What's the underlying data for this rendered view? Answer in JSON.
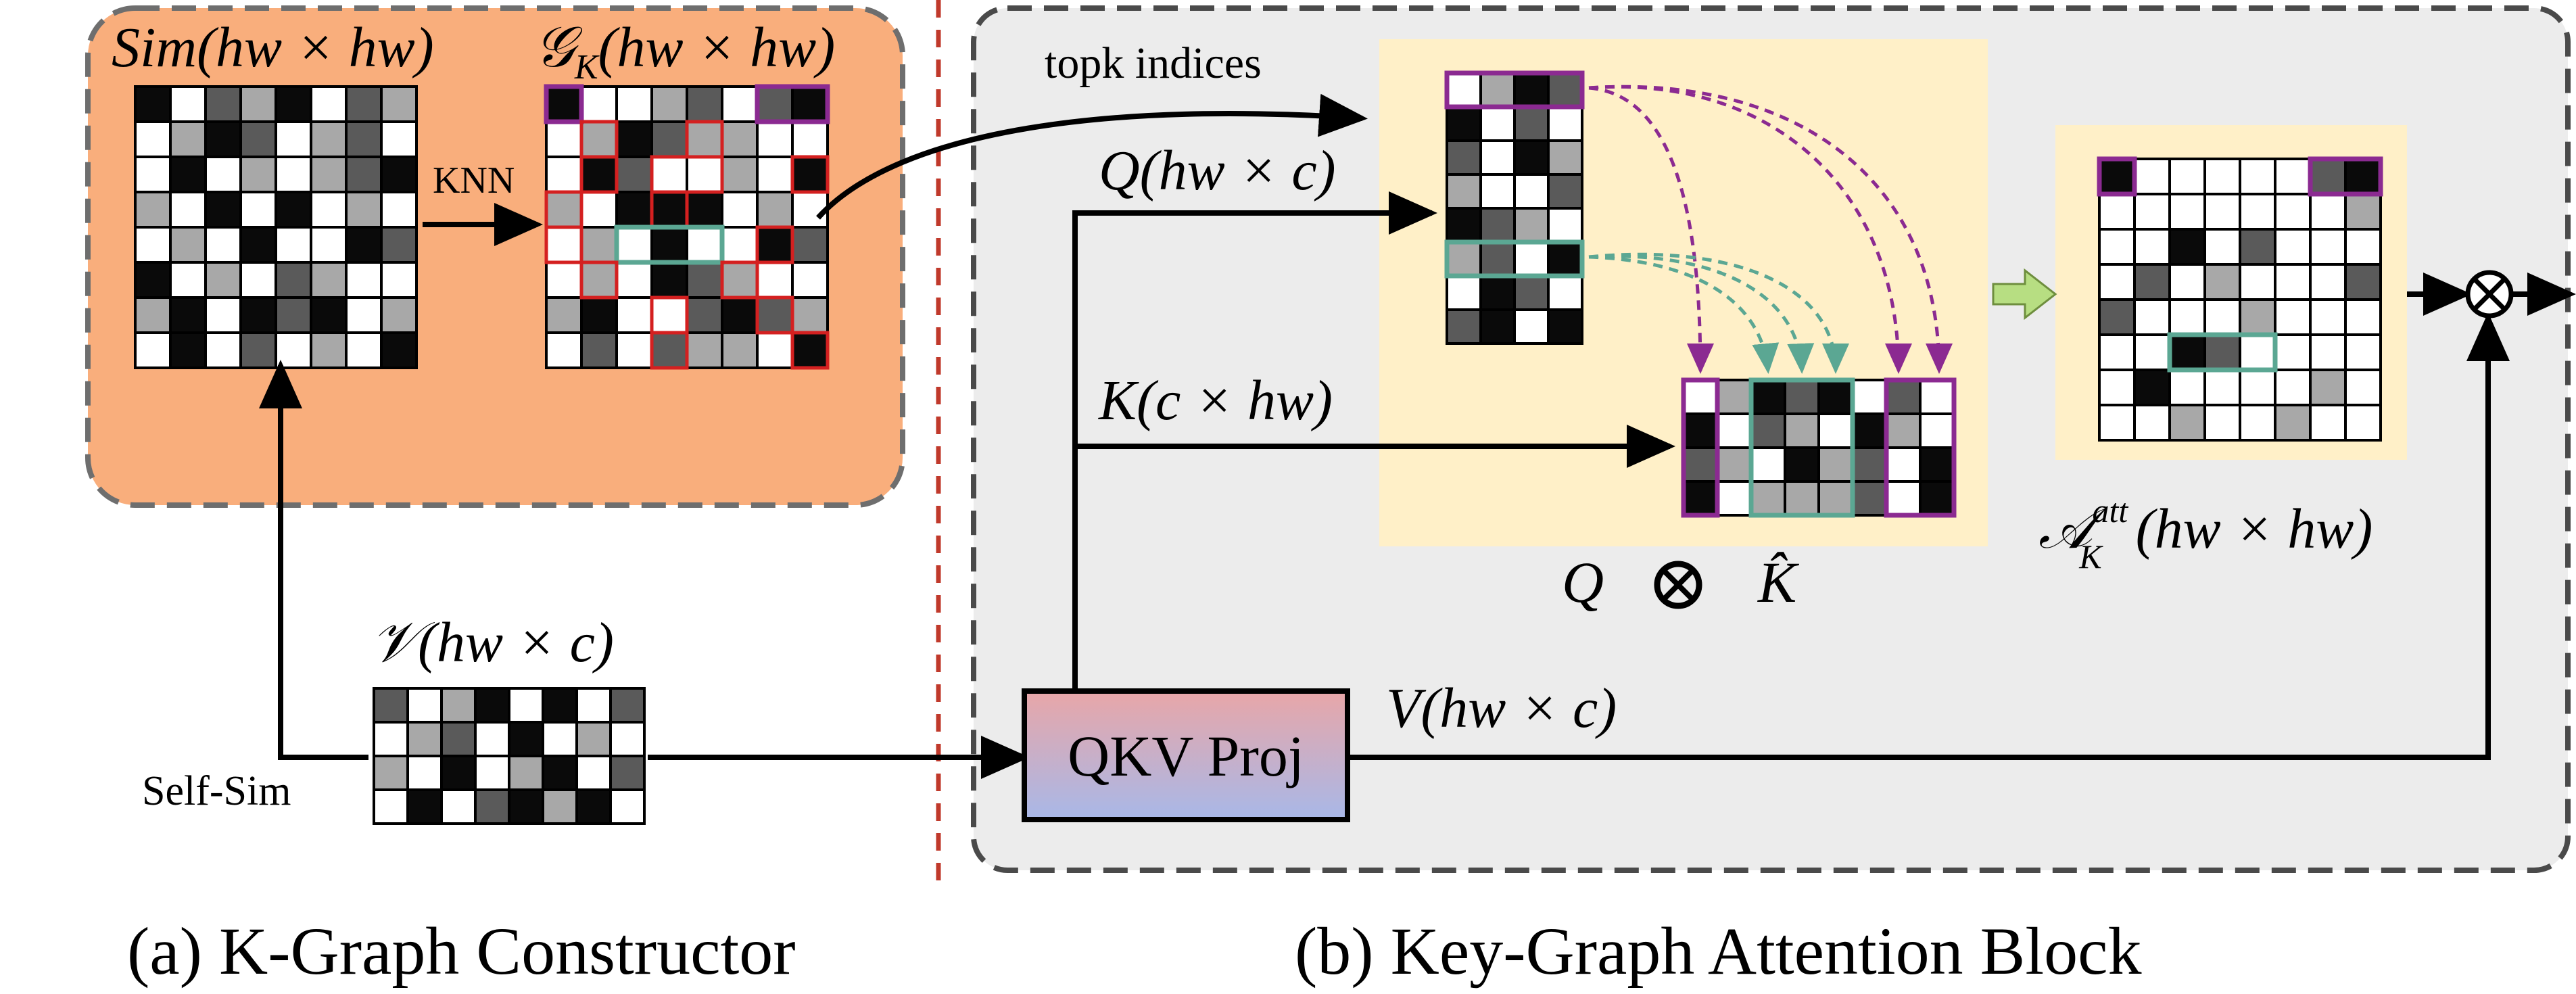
{
  "panel_a": {
    "sim_label_main": "Sim",
    "sim_label_dims": "(hw × hw)",
    "gk_label_main": "𝒢",
    "gk_label_sub": "K",
    "gk_label_dims": "(hw × hw)",
    "knn_label": "KNN",
    "v_label_main": "𝒱",
    "v_label_dims": "(hw × c)",
    "self_sim_label": "Self-Sim",
    "caption": "(a) K-Graph Constructor"
  },
  "panel_b": {
    "topk_label": "topk indices",
    "q_label_main": "Q",
    "q_label_dims": "(hw × c)",
    "k_label_main": "K",
    "k_label_dims": "(c × hw)",
    "v_label_main": "V",
    "v_label_dims": "(hw × c)",
    "qkv_proj_label": "QKV Proj",
    "q_op_label": "Q",
    "otimes_symbol": "⊗",
    "khat_label": "K̂",
    "att_label_main": "𝒜",
    "att_label_sub": "K",
    "att_label_sup": "att",
    "att_label_dims": "(hw × hw)",
    "caption": "(b) Key-Graph Attention Block"
  },
  "colors": {
    "panel_a_fill": "#F9AE7C",
    "panel_b_fill": "#ECECEC",
    "highlight_fill": "#FFF0C8",
    "purple": "#8B2A91",
    "teal": "#5BA793",
    "red": "#D42020",
    "separator": "#C0392B",
    "green_arrow": "#B7DE82",
    "qkv_top": "#E8A6A8",
    "qkv_bottom": "#A8B8E8"
  },
  "matrices": {
    "sim": [
      [
        0,
        3,
        1,
        2,
        0,
        3,
        1,
        2
      ],
      [
        3,
        2,
        0,
        1,
        3,
        2,
        1,
        3
      ],
      [
        3,
        0,
        3,
        2,
        3,
        2,
        1,
        0
      ],
      [
        2,
        3,
        0,
        3,
        0,
        3,
        2,
        3
      ],
      [
        3,
        2,
        3,
        0,
        3,
        3,
        0,
        1
      ],
      [
        0,
        3,
        2,
        3,
        1,
        2,
        3,
        3
      ],
      [
        2,
        0,
        3,
        0,
        1,
        0,
        3,
        2
      ],
      [
        3,
        0,
        3,
        1,
        3,
        2,
        3,
        0
      ]
    ],
    "gk": [
      [
        0,
        3,
        3,
        2,
        1,
        3,
        1,
        0
      ],
      [
        3,
        2,
        0,
        1,
        2,
        2,
        3,
        3
      ],
      [
        3,
        0,
        1,
        3,
        3,
        2,
        3,
        0
      ],
      [
        2,
        3,
        0,
        0,
        0,
        3,
        2,
        3
      ],
      [
        3,
        2,
        3,
        0,
        3,
        3,
        0,
        1
      ],
      [
        3,
        2,
        3,
        0,
        1,
        2,
        3,
        3
      ],
      [
        2,
        0,
        3,
        3,
        1,
        0,
        1,
        2
      ],
      [
        3,
        1,
        3,
        1,
        2,
        2,
        3,
        0
      ]
    ],
    "q": [
      [
        3,
        2,
        0,
        1
      ],
      [
        0,
        3,
        1,
        3
      ],
      [
        1,
        3,
        0,
        2
      ],
      [
        2,
        3,
        3,
        1
      ],
      [
        0,
        1,
        2,
        3
      ],
      [
        2,
        1,
        3,
        0
      ],
      [
        3,
        0,
        1,
        3
      ],
      [
        1,
        0,
        3,
        0
      ]
    ],
    "khat": [
      [
        3,
        2,
        0,
        1,
        0,
        3,
        1,
        3
      ],
      [
        0,
        3,
        1,
        2,
        3,
        0,
        2,
        3
      ],
      [
        1,
        2,
        3,
        0,
        2,
        1,
        3,
        0
      ],
      [
        0,
        3,
        2,
        2,
        2,
        1,
        3,
        0
      ]
    ],
    "att": [
      [
        0,
        3,
        3,
        3,
        3,
        3,
        1,
        0
      ],
      [
        3,
        3,
        3,
        3,
        3,
        3,
        3,
        2
      ],
      [
        3,
        3,
        0,
        3,
        1,
        3,
        3,
        3
      ],
      [
        3,
        1,
        3,
        2,
        3,
        3,
        3,
        1
      ],
      [
        1,
        3,
        3,
        3,
        2,
        3,
        3,
        3
      ],
      [
        3,
        3,
        0,
        1,
        3,
        3,
        3,
        3
      ],
      [
        3,
        0,
        3,
        3,
        3,
        3,
        2,
        3
      ],
      [
        3,
        3,
        2,
        3,
        3,
        2,
        3,
        3
      ]
    ],
    "v": [
      [
        1,
        3,
        2,
        0,
        3,
        0,
        3,
        1
      ],
      [
        3,
        2,
        1,
        3,
        0,
        3,
        2,
        3
      ],
      [
        2,
        3,
        0,
        3,
        2,
        0,
        3,
        1
      ],
      [
        3,
        0,
        3,
        1,
        0,
        2,
        0,
        3
      ]
    ]
  }
}
